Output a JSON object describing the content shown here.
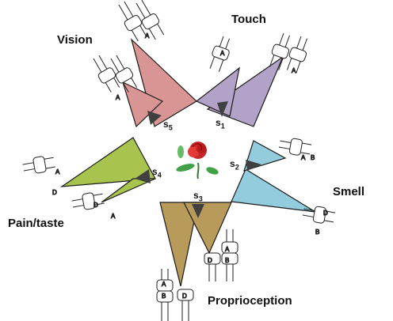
{
  "labels": {
    "vision": "Vision",
    "touch": "Touch",
    "smell": "Smell",
    "pain_taste": "Pain/taste",
    "proprioception": "Proprioception"
  },
  "sensors": [
    {
      "base": "s",
      "index": "5"
    },
    {
      "base": "s",
      "index": "1"
    },
    {
      "base": "s",
      "index": "2"
    },
    {
      "base": "s",
      "index": "3"
    },
    {
      "base": "s",
      "index": "4"
    }
  ],
  "port_letters": {
    "a": "A",
    "b": "B",
    "d": "D"
  },
  "colors": {
    "vision": "#d99594",
    "touch": "#b3a2c7",
    "smell": "#93cddd",
    "pain_taste": "#a9c34f",
    "proprioception": "#b89a5b",
    "sensor_marker": "#404040",
    "outline": "#1a1a1a"
  },
  "center_image": "rose-icon"
}
